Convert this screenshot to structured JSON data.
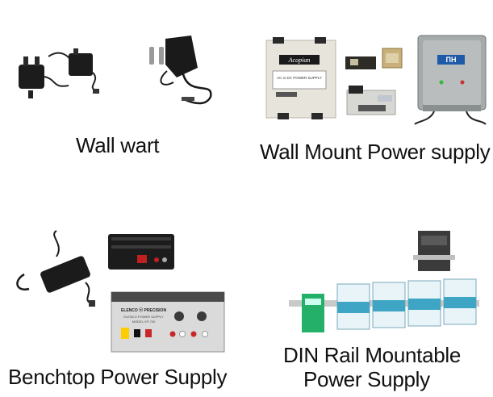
{
  "captions": {
    "wall_wart": "Wall wart",
    "wall_mount": "Wall Mount Power supply",
    "benchtop": "Benchtop Power Supply",
    "din_rail_line1": "DIN Rail Mountable",
    "din_rail_line2": "Power Supply"
  },
  "product_text": {
    "acopian_brand": "Acopian",
    "acopian_desc": "AC to DC POWER SUPPLY",
    "enclosure_logo": "ПН",
    "elenco_brand": "ELENCO ⓔ PRECISION",
    "elenco_desc": "ELENCO POWER SUPPLY",
    "elenco_model": "MODEL XP-720"
  },
  "colors": {
    "adapter_black": "#1c1c1c",
    "beige_box": "#e7e4dc",
    "gray_enclosure": "#a5aaab",
    "elenco_face": "#dadada",
    "din_teal": "#3ea6c4",
    "din_green": "#25b06a",
    "logo_blue": "#1e5aa8"
  },
  "icons": [
    "usb-wall-adapter-icon",
    "eu-plug-adapter-icon",
    "laptop-brick-icon",
    "din-rail-module-icon"
  ]
}
